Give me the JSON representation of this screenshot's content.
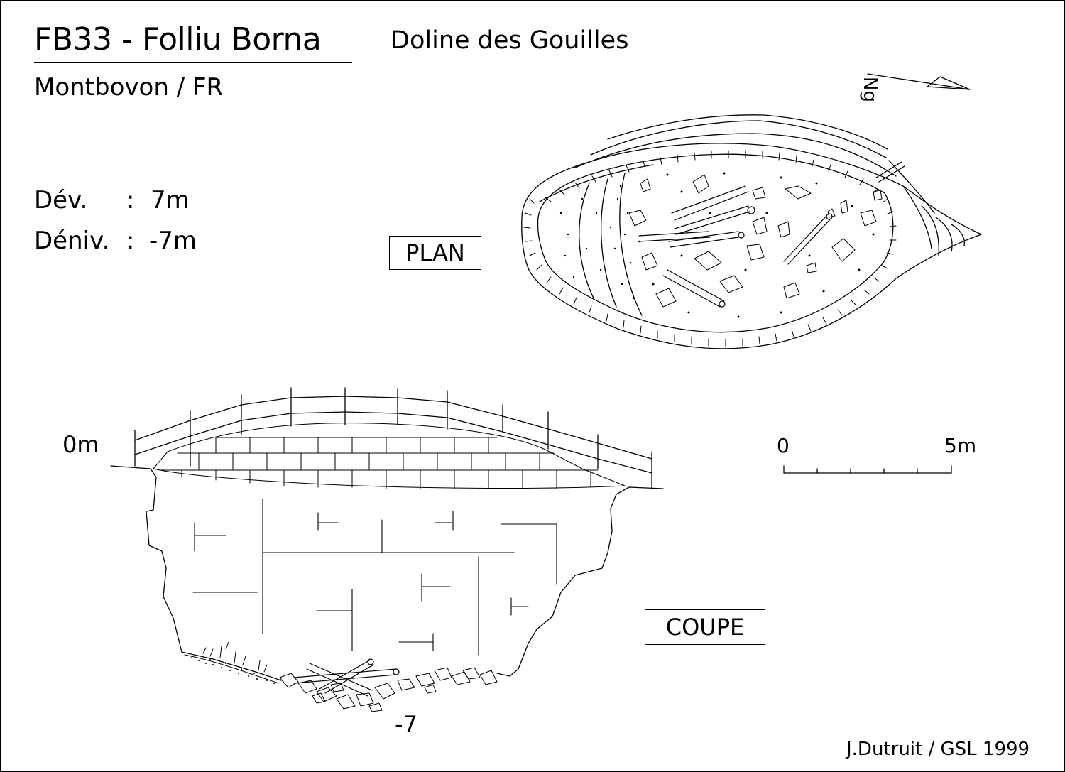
{
  "header": {
    "title": "FB33 - Folliu Borna",
    "subtitle": "Doline des Gouilles",
    "location": "Montbovon / FR"
  },
  "stats": {
    "dev_label": "Dév.",
    "dev_colon": ":",
    "dev_value": "7m",
    "deniv_label": "Déniv.",
    "deniv_colon": ":",
    "deniv_value": "-7m"
  },
  "labels": {
    "plan": "PLAN",
    "coupe": "COUPE",
    "depth_top": "0m",
    "depth_bottom": "-7"
  },
  "north": {
    "label": "Ng"
  },
  "scale": {
    "start": "0",
    "end": "5m"
  },
  "credit": "J.Dutruit /  GSL 1999"
}
